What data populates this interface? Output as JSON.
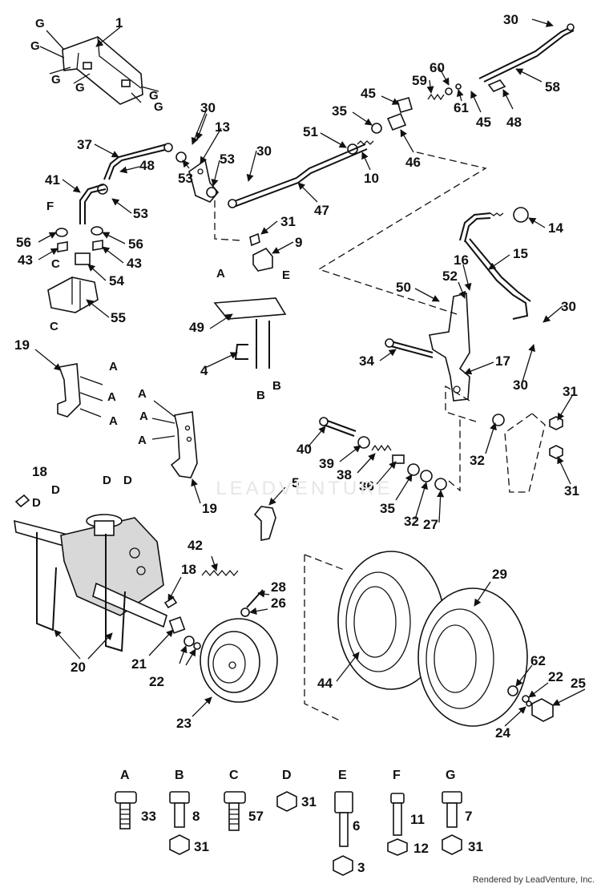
{
  "watermark": "LEADVENTURE",
  "credit": "Rendered by LeadVenture, Inc.",
  "legend": [
    {
      "letter": "A",
      "part": "33",
      "nut": ""
    },
    {
      "letter": "B",
      "part": "8",
      "nut": "31"
    },
    {
      "letter": "C",
      "part": "57",
      "nut": ""
    },
    {
      "letter": "D",
      "part": "31",
      "nut": ""
    },
    {
      "letter": "E",
      "part": "6",
      "nut": "3"
    },
    {
      "letter": "F",
      "part": "11",
      "nut": "12"
    },
    {
      "letter": "G",
      "part": "7",
      "nut": "31"
    }
  ],
  "callouts": [
    "1",
    "30",
    "58",
    "48",
    "60",
    "59",
    "45",
    "61",
    "45",
    "13",
    "30",
    "35",
    "46",
    "51",
    "10",
    "37",
    "53",
    "53",
    "48",
    "30",
    "47",
    "53",
    "41",
    "31",
    "9",
    "14",
    "15",
    "16",
    "52",
    "50",
    "30",
    "56",
    "43",
    "56",
    "43",
    "54",
    "55",
    "49",
    "34",
    "17",
    "30",
    "4",
    "31",
    "32",
    "31",
    "40",
    "39",
    "38",
    "36",
    "35",
    "32",
    "27",
    "19",
    "19",
    "5",
    "18",
    "42",
    "18",
    "28",
    "26",
    "29",
    "20",
    "21",
    "22",
    "23",
    "44",
    "62",
    "22",
    "25",
    "24"
  ],
  "reference_letters": [
    "G",
    "G",
    "G",
    "G",
    "G",
    "G",
    "F",
    "C",
    "C",
    "A",
    "E",
    "B",
    "B",
    "A",
    "A",
    "A",
    "A",
    "A",
    "A",
    "D",
    "D",
    "D",
    "D"
  ]
}
